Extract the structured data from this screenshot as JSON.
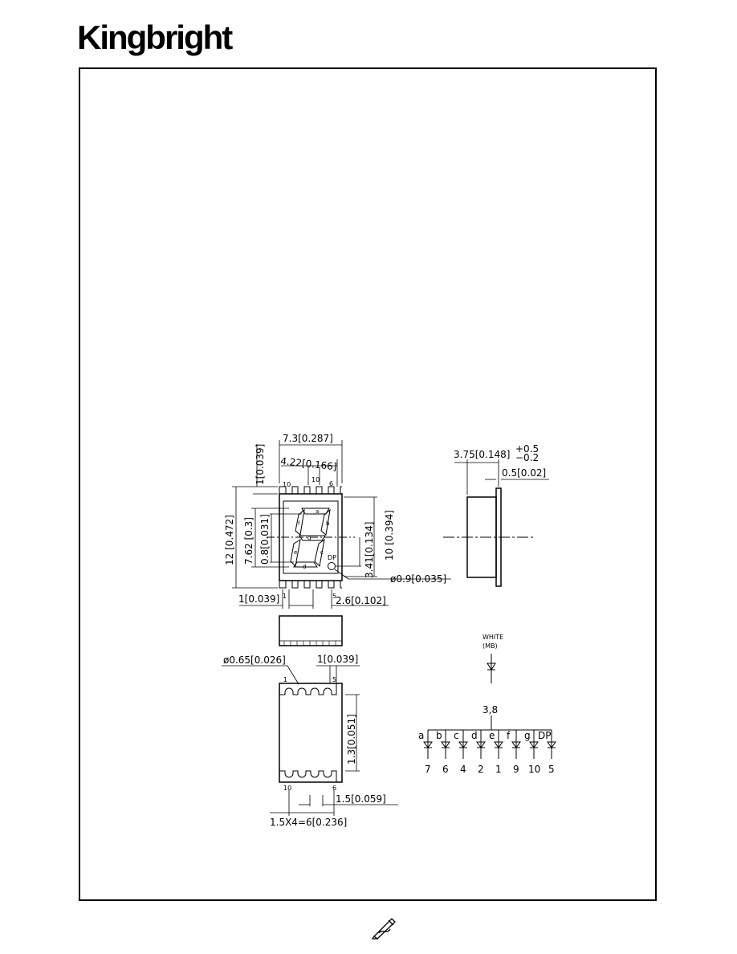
{
  "brand": {
    "name": "Kingbright"
  },
  "dimensions": {
    "top_width": "7.3[0.287]",
    "digit_width": "4.22[0.166]",
    "height_total": "12 [0.472]",
    "segment_height": "7.62 [0.3]",
    "pin_stub": "1[0.039]",
    "segment_width": "0.8[0.031]",
    "right_height": "10 [0.394]",
    "dp_height": "3.41[0.134]",
    "dp_diameter": "ø0.9[0.035]",
    "pitch_left": "1[0.039]",
    "pitch_right": "2.6[0.102]",
    "side_depth": "3.75[0.148]",
    "side_tol_plus": "+0.5",
    "side_tol_minus": "−0.2",
    "side_lip": "0.5[0.02]",
    "pad_diameter": "ø0.65[0.026]",
    "pad_width": "1[0.039]",
    "pad_length": "1.3[0.051]",
    "pad_offset": "1.5[0.059]",
    "pad_span": "1.5X4=6[0.236]"
  },
  "labels": {
    "pin10_top": "10",
    "pin6_top": "6",
    "pin1_top": "1",
    "pin5_bot": "5",
    "dp": "DP",
    "pad_pin1": "1",
    "pad_pin5": "5",
    "pad_pin10": "10",
    "pad_pin6": "6",
    "seg_a": "a",
    "seg_b": "b",
    "seg_c": "c",
    "seg_d": "d",
    "seg_e": "e",
    "seg_f": "f",
    "seg_g": "g"
  },
  "circuit": {
    "color_label": "WHITE",
    "mb_label": "(MB)",
    "common_pins": "3,8",
    "segments": [
      "a",
      "b",
      "c",
      "d",
      "e",
      "f",
      "g",
      "DP"
    ],
    "pins": [
      "7",
      "6",
      "4",
      "2",
      "1",
      "9",
      "10",
      "5"
    ]
  }
}
